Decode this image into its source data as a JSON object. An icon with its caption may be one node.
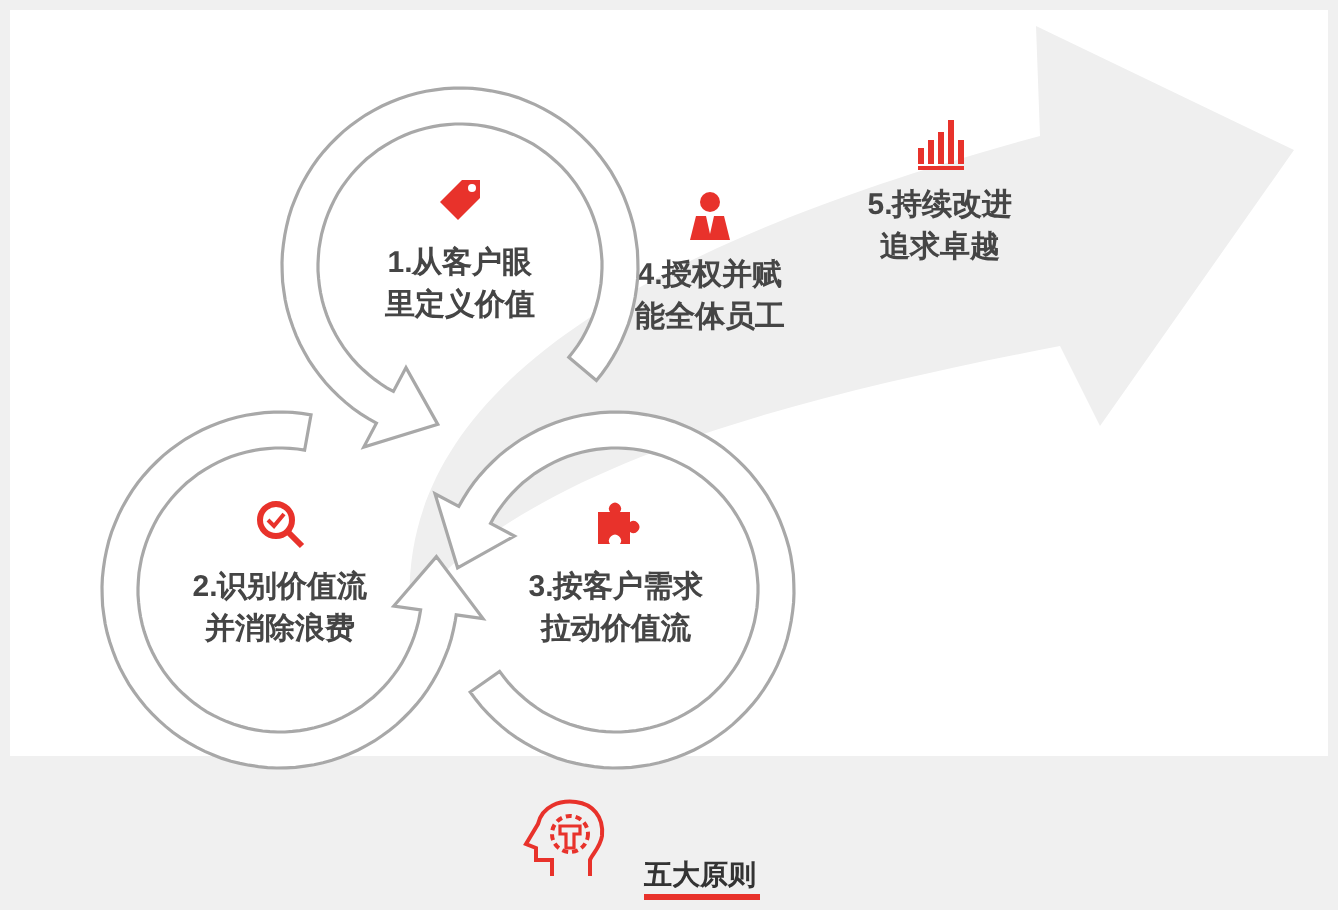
{
  "diagram": {
    "caption": "五大原则",
    "nodes": [
      {
        "text": [
          "1.从客户眼里定义价值"
        ]
      },
      {
        "text": [
          "2.识别价值流并消除浪费"
        ]
      },
      {
        "text": [
          "3.按客户需求拉动价值流"
        ]
      },
      {
        "text": [],
        "shape": "arrow"
      },
      {
        "text": [
          "4.授权并赋能全体员工"
        ],
        "in": 3
      },
      {
        "text": [
          "5.持续改进追求卓越"
        ],
        "in": 3
      }
    ]
  }
}
